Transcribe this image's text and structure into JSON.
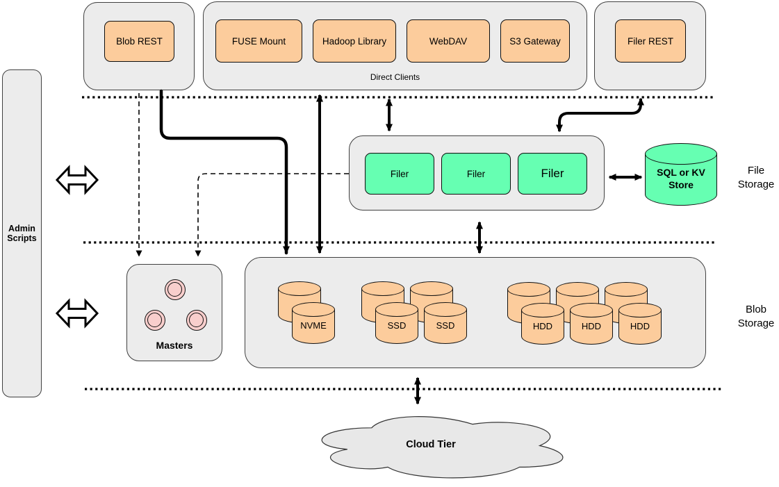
{
  "colors": {
    "container_grey": "#ececec",
    "node_orange": "#fccc9c",
    "node_green": "#66ffb2",
    "circle_pink": "#f8cecc",
    "line_black": "#000000"
  },
  "admin_bar": {
    "label": "Admin\nScripts"
  },
  "top_row": {
    "blob_rest": {
      "label": "Blob REST"
    },
    "direct_clients": {
      "caption": "Direct Clients",
      "clients": [
        {
          "label": "FUSE Mount"
        },
        {
          "label": "Hadoop Library"
        },
        {
          "label": "WebDAV"
        },
        {
          "label": "S3 Gateway"
        }
      ]
    },
    "filer_rest": {
      "label": "Filer REST"
    }
  },
  "file_storage": {
    "section_label": "File\nStorage",
    "filers": [
      {
        "label": "Filer"
      },
      {
        "label": "Filer"
      },
      {
        "label": "Filer"
      }
    ],
    "kv_store": {
      "label": "SQL or KV\nStore"
    }
  },
  "blob_storage": {
    "section_label": "Blob\nStorage",
    "masters": {
      "label": "Masters"
    },
    "volumes": [
      {
        "label": "NVME"
      },
      {
        "label": "SSD"
      },
      {
        "label": "SSD"
      },
      {
        "label": "HDD"
      },
      {
        "label": "HDD"
      },
      {
        "label": "HDD"
      }
    ]
  },
  "cloud_tier": {
    "label": "Cloud Tier"
  }
}
